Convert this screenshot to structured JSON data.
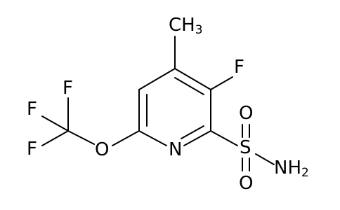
{
  "molecule": {
    "atoms": {
      "methyl": {
        "main": "CH",
        "sub": "3"
      },
      "fluoro": {
        "main": "F"
      },
      "ring_nitrogen": {
        "main": "N"
      },
      "sulfur": {
        "main": "S"
      },
      "sulfonyl_oxygen_top": {
        "main": "O"
      },
      "sulfonyl_oxygen_bottom": {
        "main": "O"
      },
      "amide": {
        "main": "NH",
        "sub": "2"
      },
      "ether_oxygen": {
        "main": "O"
      },
      "trifluoro_f_top": {
        "main": "F"
      },
      "trifluoro_f_left": {
        "main": "F"
      },
      "trifluoro_f_bottom": {
        "main": "F"
      }
    }
  }
}
